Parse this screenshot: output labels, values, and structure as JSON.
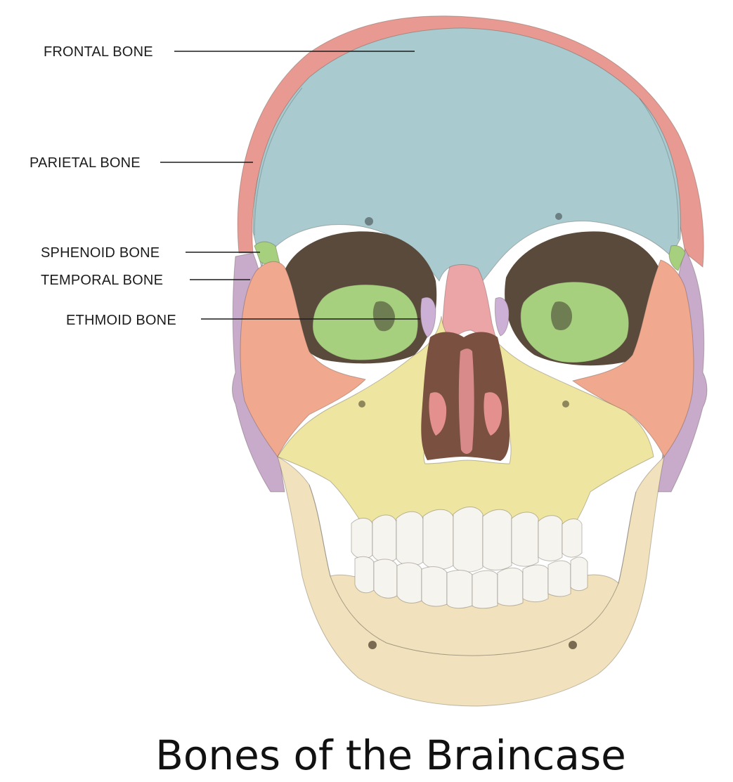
{
  "labels": {
    "frontal": "FRONTAL BONE",
    "parietal": "PARIETAL BONE",
    "sphenoid": "SPHENOID BONE",
    "temporal": "TEMPORAL BONE",
    "ethmoid": "ETHMOID BONE"
  },
  "caption": "Bones of the Braincase",
  "colors": {
    "frontal": "#a9cbd0",
    "parietal": "#e89a92",
    "sphenoid": "#a6cf7e",
    "temporal": "#c8aacb",
    "ethmoid": "#cdb0d6",
    "zygomatic": "#f0a88e",
    "maxilla": "#eee6a0",
    "nasal": "#eba5a6",
    "mandible": "#f1e2bd",
    "teeth": "#f6f4ee"
  }
}
